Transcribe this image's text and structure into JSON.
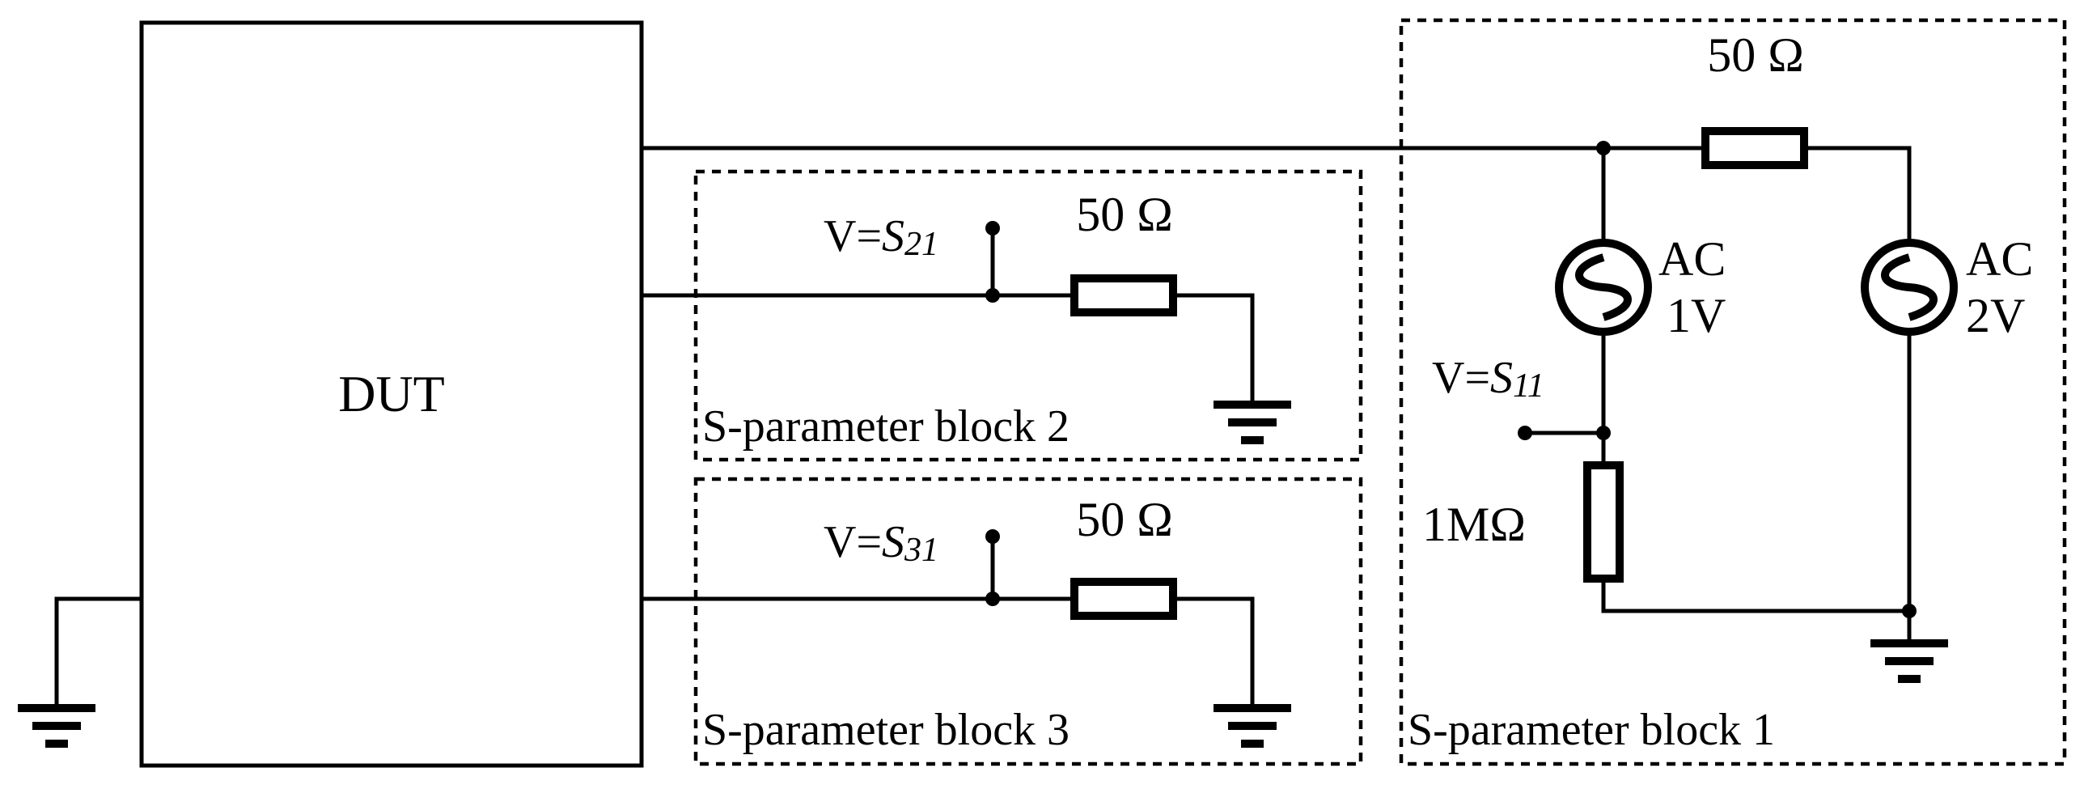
{
  "dut": {
    "label": "DUT"
  },
  "block1": {
    "title": "S-parameter block 1",
    "resistor_series": "50 Ω",
    "resistor_shunt": "1MΩ",
    "source1": {
      "type": "AC",
      "amplitude": "1V"
    },
    "source2": {
      "type": "AC",
      "amplitude": "2V"
    },
    "probe": {
      "prefix": "V=",
      "symbol": "S",
      "subscript": "11"
    }
  },
  "block2": {
    "title": "S-parameter block 2",
    "resistor": "50 Ω",
    "probe": {
      "prefix": "V=",
      "symbol": "S",
      "subscript": "21"
    }
  },
  "block3": {
    "title": "S-parameter block 3",
    "resistor": "50 Ω",
    "probe": {
      "prefix": "V=",
      "symbol": "S",
      "subscript": "31"
    }
  }
}
